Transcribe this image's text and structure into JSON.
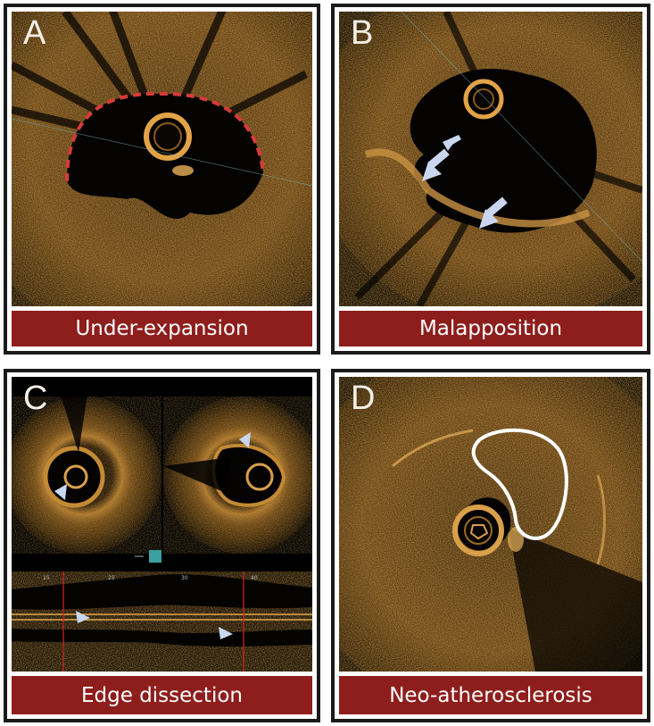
{
  "panels": [
    {
      "letter": "A",
      "caption": "Under-expansion"
    },
    {
      "letter": "B",
      "caption": "Malapposition"
    },
    {
      "letter": "C",
      "caption": "Edge dissection"
    },
    {
      "letter": "D",
      "caption": "Neo-atherosclerosis"
    }
  ],
  "longitudinal_ticks": [
    "15",
    "25",
    "30",
    "40"
  ],
  "colors": {
    "caption_bar": "#8e1e1c",
    "tissue": "#b07a2c",
    "dashed_outline": "#d83a3a",
    "outline_white": "#ffffff",
    "arrow": "#c9d6ef"
  }
}
